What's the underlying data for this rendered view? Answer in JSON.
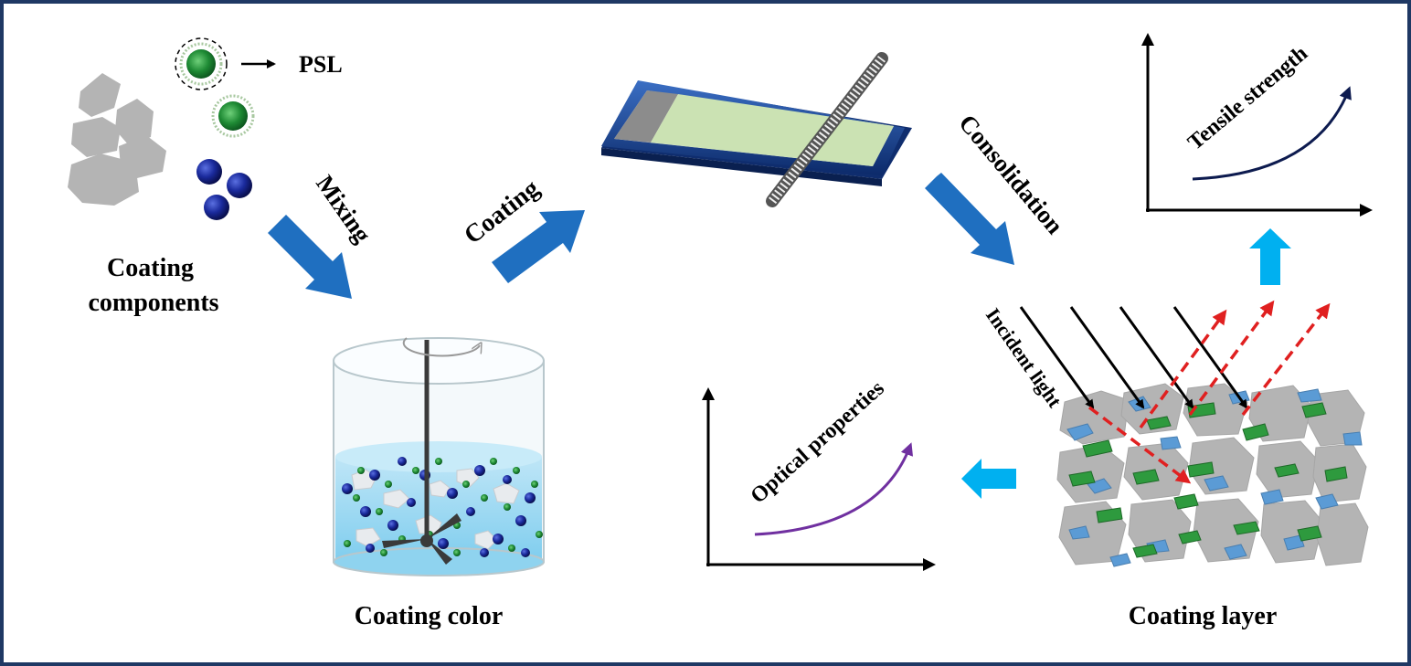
{
  "labels": {
    "psl": "PSL",
    "coating_components": [
      "Coating",
      "components"
    ],
    "mixing": "Mixing",
    "coating": "Coating",
    "consolidation": "Consolidation",
    "tensile_strength": "Tensile strength",
    "optical_properties": "Optical properties",
    "incident_light": "Incident light",
    "coating_color": "Coating color",
    "coating_layer": "Coating layer"
  },
  "colors": {
    "frame": "#1f3864",
    "process_arrow": "#1f6fc0",
    "cyan_arrow": "#00b0f0",
    "pigment_gray": "#b4b4b4",
    "psl_green": "#2e9a3e",
    "binder_blue": "#1a237e",
    "layer_blue": "#5b9bd5",
    "tensile_curve": "#0d1b4f",
    "optical_curve": "#7030a0",
    "scattered_light": "#e02020"
  }
}
